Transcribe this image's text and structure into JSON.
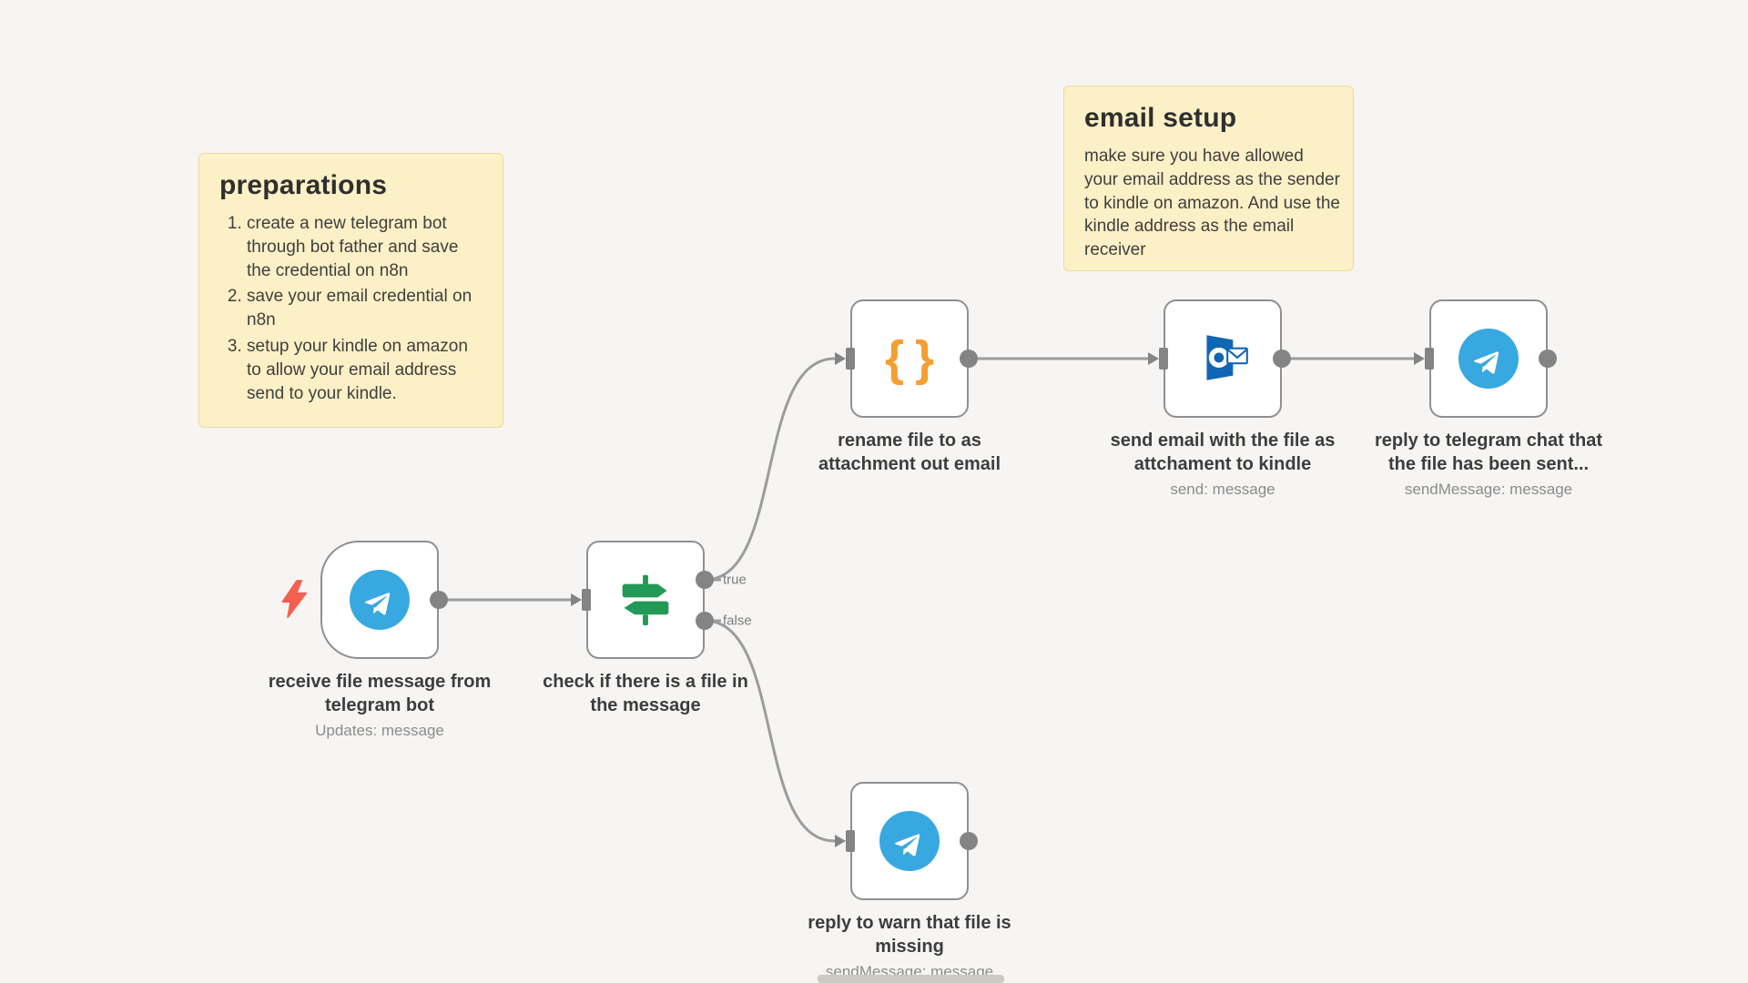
{
  "app": {
    "name": "n8n workflow canvas"
  },
  "sticky_notes": {
    "preparations": {
      "title": "preparations",
      "items": [
        "create a new telegram bot through bot father and save the credential on n8n",
        "save your email credential on n8n",
        "setup your kindle on amazon to allow your email address send to your kindle."
      ]
    },
    "email_setup": {
      "title": "email setup",
      "body": "make sure you have allowed your email address as the sender to kindle on amazon. And use the kindle address as the email receiver"
    }
  },
  "nodes": {
    "trigger_telegram": {
      "label_line1": "receive file message from",
      "label_line2": "telegram bot",
      "subtitle": "Updates: message",
      "icon": "telegram-icon"
    },
    "if_check_file": {
      "label_line1": "check if there is a file in",
      "label_line2": "the message",
      "icon": "signpost-icon",
      "output_true": "true",
      "output_false": "false"
    },
    "code_rename": {
      "label_line1": "rename file to as",
      "label_line2": "attachment out email",
      "icon": "code-braces-icon",
      "brace_left": "{",
      "brace_right": "}"
    },
    "outlook_send": {
      "label_line1": "send email with the file as",
      "label_line2": "attchament to kindle",
      "subtitle": "send: message",
      "icon": "outlook-icon"
    },
    "telegram_reply_sent": {
      "label_line1": "reply to telegram chat that",
      "label_line2": "the file has been sent...",
      "subtitle": "sendMessage: message",
      "icon": "telegram-icon"
    },
    "telegram_reply_missing": {
      "label_line1": "reply to warn that file is",
      "label_line2": "missing",
      "subtitle": "sendMessage: message",
      "icon": "telegram-icon"
    }
  },
  "colors": {
    "canvas_background": "#f6f5f3",
    "sticky_background": "#fcf0c6",
    "sticky_border": "#ecdc9e",
    "node_border": "#8f8f8f",
    "edge_gray": "#9c9c9c",
    "port_gray": "#848484",
    "telegram_blue": "#38a8e0",
    "if_green": "#229955",
    "code_orange": "#f59e31",
    "outlook_blue": "#1065b5",
    "trigger_bolt_red": "#f4604f"
  }
}
